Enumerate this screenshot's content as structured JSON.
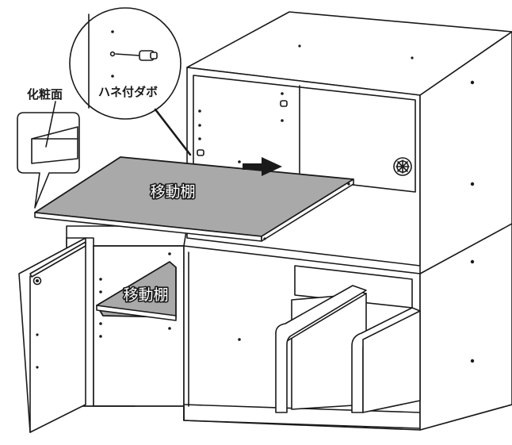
{
  "labels": {
    "finished_surface": "化粧面",
    "spring_dowel": "ハネ付ダボ",
    "movable_shelf_upper": "移動棚",
    "movable_shelf_lower": "移動棚"
  },
  "colors": {
    "line": "#1a1a1a",
    "shelf_fill": "#a9a9a9",
    "background": "#ffffff"
  }
}
